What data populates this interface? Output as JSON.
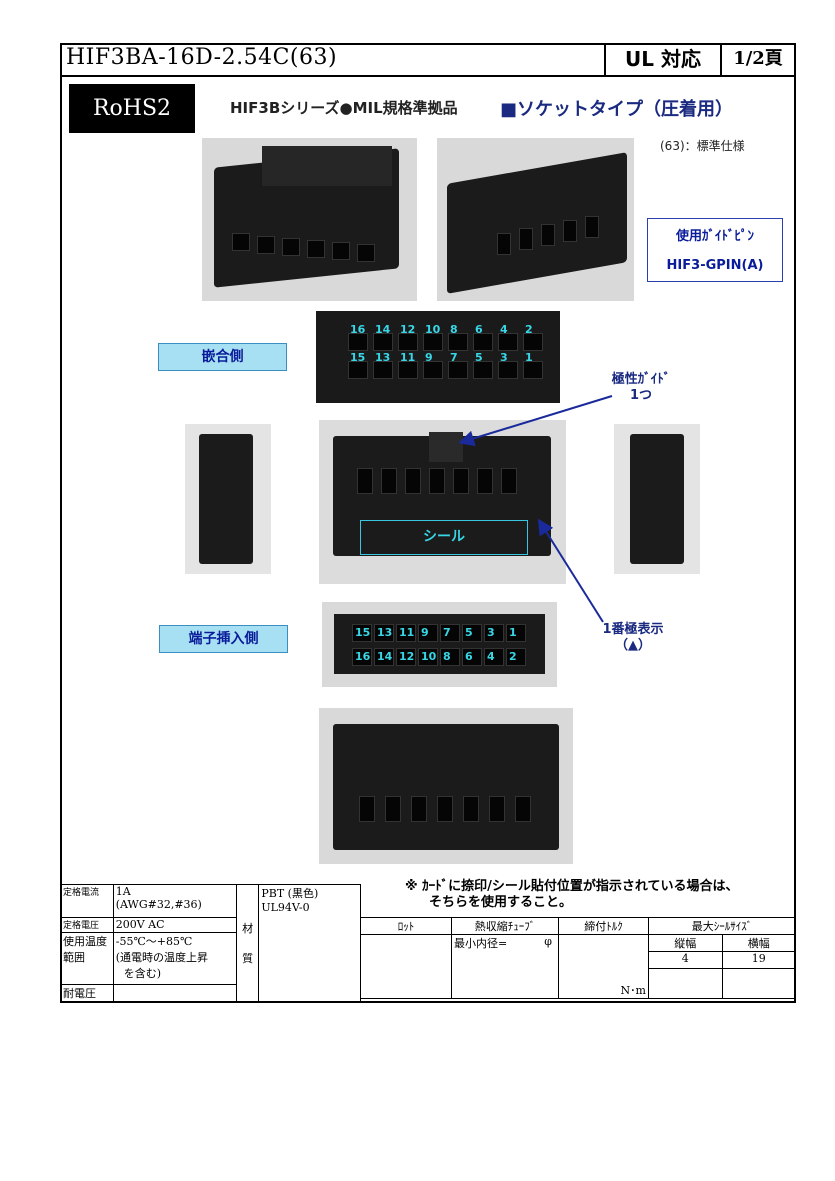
{
  "header": {
    "part_number": "HIF3BA-16D-2.54C(63)",
    "ul": "UL 対応",
    "page": "1/2頁"
  },
  "rohs": "RoHS2",
  "series_text": "HIF3Bシリーズ●MIL規格準拠品",
  "socket_type": "■ソケットタイプ（圧着用）",
  "standard_note": "(63)：標準仕様",
  "guide_pin": {
    "label": "使用ｶﾞｲﾄﾞﾋﾟﾝ",
    "part": "HIF3-GPIN(A)"
  },
  "mating_side_label": "嵌合側",
  "terminal_side_label": "端子挿入側",
  "mating_pins_top": [
    "16",
    "14",
    "12",
    "10",
    "8",
    "6",
    "4",
    "2"
  ],
  "mating_pins_bottom": [
    "15",
    "13",
    "11",
    "9",
    "7",
    "5",
    "3",
    "1"
  ],
  "terminal_pins_top": [
    "15",
    "13",
    "11",
    "9",
    "7",
    "5",
    "3",
    "1"
  ],
  "terminal_pins_bottom": [
    "16",
    "14",
    "12",
    "10",
    "8",
    "6",
    "4",
    "2"
  ],
  "polarity_guide": {
    "line1": "極性ｶﾞｲﾄﾞ",
    "line2": "1つ"
  },
  "seal_label": "シール",
  "pin1_mark": {
    "line1": "1番極表示",
    "line2": "（▲）"
  },
  "note": {
    "line1": "※ ｶｰﾄﾞに捺印/シール貼付位置が指示されている場合は、",
    "line2": "そちらを使用すること。"
  },
  "spec": {
    "rated_current_label": "定格電流",
    "rated_current_value1": "1A",
    "rated_current_value2": "(AWG#32,#36)",
    "rated_voltage_label": "定格電圧",
    "rated_voltage_value": "200V AC",
    "temp_label1": "使用温度",
    "temp_label2": "範囲",
    "temp_value1": "-55℃～+85℃",
    "temp_value2": "(通電時の温度上昇",
    "temp_value3": "を含む)",
    "withstand_label": "耐電圧",
    "material_label1": "材",
    "material_label2": "質",
    "material_value1": "PBT (黒色)",
    "material_value2": "UL94V-0",
    "col_lot": "ﾛｯﾄ",
    "col_tube": "熱収縮ﾁｭｰﾌﾞ",
    "col_torque": "締付ﾄﾙｸ",
    "col_seal": "最大ｼｰﾙｻｲｽﾞ",
    "tube_min": "最小内径=",
    "tube_phi": "φ",
    "torque_unit": "N･m",
    "seal_h_label": "縦幅",
    "seal_w_label": "横幅",
    "seal_h": "4",
    "seal_w": "19"
  }
}
